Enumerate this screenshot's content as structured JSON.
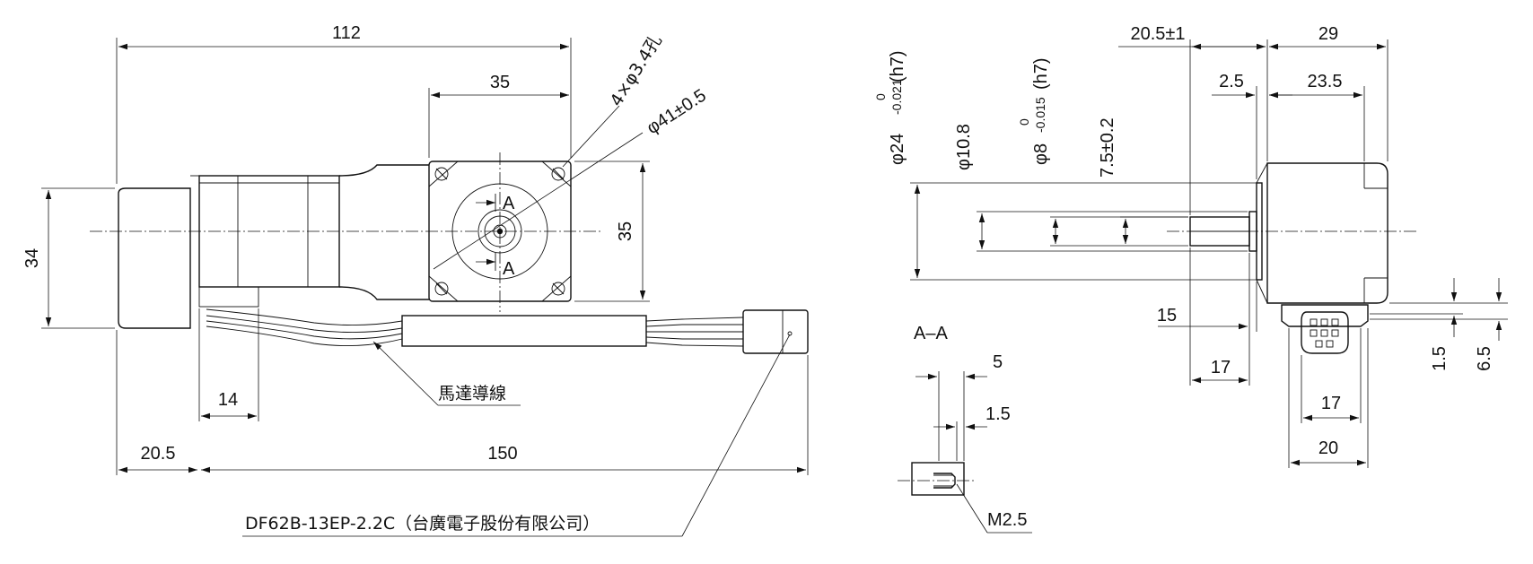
{
  "dims": {
    "overall_len": "112",
    "flange_w_top": "35",
    "flange_h_right": "35",
    "holes": "4×φ3.4孔",
    "pilot": "φ41±0.5",
    "height": "34",
    "d14": "14",
    "d20_5_left": "20.5",
    "d150": "150",
    "cable_label": "馬達導線",
    "connector": "DF62B-13EP-2.2C（台廣電子股份有限公司）",
    "section_A": "A",
    "phi24": "φ24-0.021(h7)",
    "phi24_base": "φ24",
    "phi24_tol_up": "0",
    "phi24_tol_dn": "-0.021",
    "phi24_fit": "(h7)",
    "phi10_8": "φ10.8",
    "phi8_base": "φ8",
    "phi8_tol_up": "0",
    "phi8_tol_dn": "-0.015",
    "phi8_fit": "(h7)",
    "d7_5": "7.5±0.2",
    "d20_5_top": "20.5±1",
    "d29": "29",
    "d2_5": "2.5",
    "d23_5": "23.5",
    "d15": "15",
    "d17_left": "17",
    "d17_right": "17",
    "d20_bottom": "20",
    "d1_5_right": "1.5",
    "d6_5": "6.5",
    "aa_title": "A–A",
    "aa_5": "5",
    "aa_1_5": "1.5",
    "m2_5": "M2.5"
  }
}
